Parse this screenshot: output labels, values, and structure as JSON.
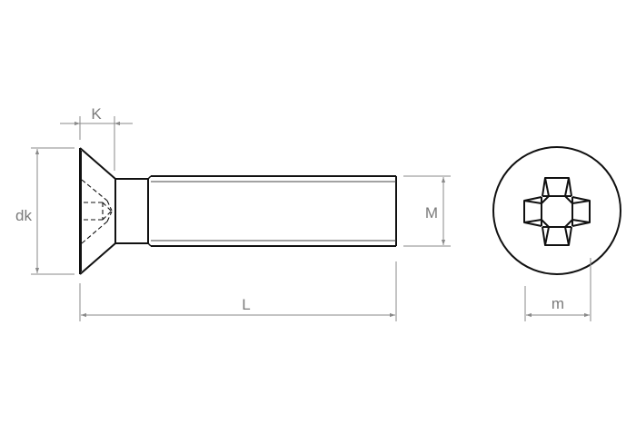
{
  "diagram": {
    "subject": "Countersunk head screw with Phillips (cross) recess",
    "views": [
      "side-view",
      "top-view"
    ],
    "colors": {
      "outline": "#111111",
      "dimension": "#8a8a8a",
      "label": "#7a7a7a",
      "background": "#ffffff"
    },
    "dimensions": {
      "head_height": {
        "label": "K"
      },
      "head_diameter": {
        "label": "dk"
      },
      "thread_diameter": {
        "label": "M"
      },
      "length": {
        "label": "L"
      },
      "recess_width": {
        "label": "m"
      }
    }
  }
}
